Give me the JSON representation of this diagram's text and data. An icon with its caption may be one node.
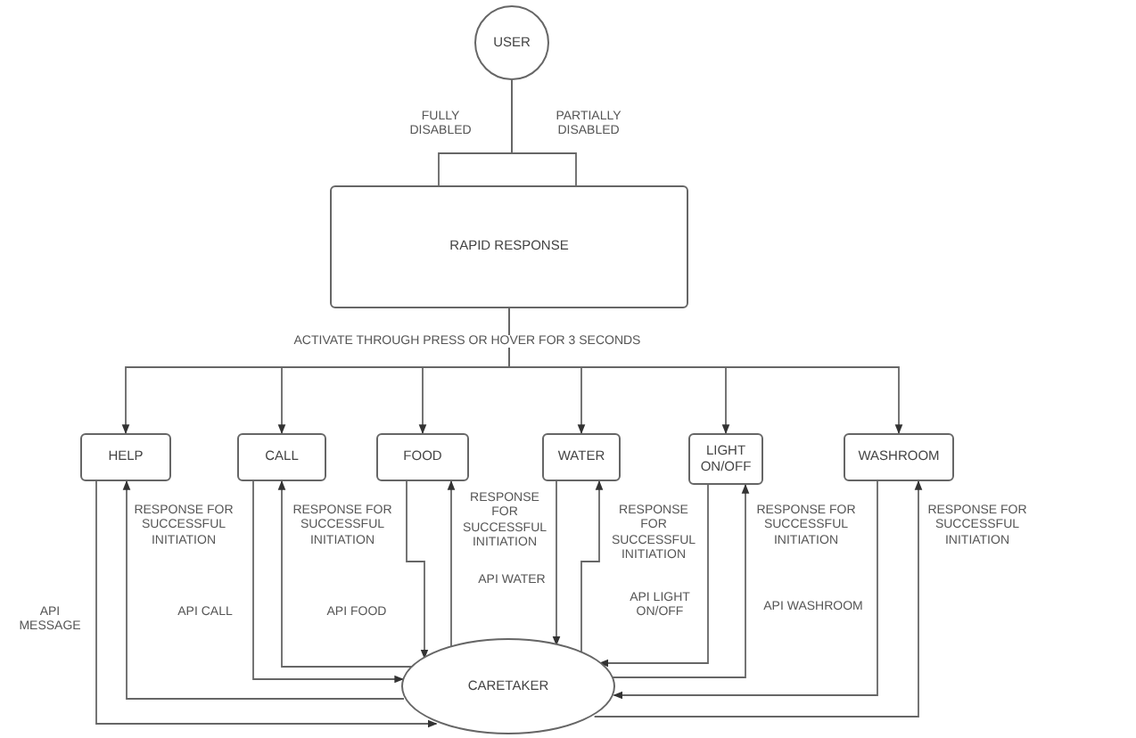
{
  "diagram": {
    "nodes": [
      {
        "text": [
          "USER"
        ]
      },
      {
        "text": [
          "RAPID RESPONSE"
        ]
      },
      {
        "text": [
          "HELP"
        ]
      },
      {
        "text": [
          "CALL"
        ]
      },
      {
        "text": [
          "FOOD"
        ]
      },
      {
        "text": [
          "WATER"
        ]
      },
      {
        "text": [
          "LIGHT ON/OFF"
        ]
      },
      {
        "text": [
          "WASHROOM"
        ]
      },
      {
        "text": [
          "CARETAKER"
        ]
      }
    ],
    "edges": [
      {
        "from": 0,
        "to": 1,
        "arrow": "none",
        "label": "FULLY DISABLED"
      },
      {
        "from": 0,
        "to": 1,
        "arrow": "none",
        "label": "PARTIALLY DISABLED"
      },
      {
        "from": 1,
        "to": 2,
        "arrow": "to"
      },
      {
        "from": 1,
        "to": 3,
        "arrow": "to"
      },
      {
        "from": 1,
        "to": 4,
        "arrow": "to"
      },
      {
        "from": 1,
        "to": 5,
        "arrow": "to"
      },
      {
        "from": 1,
        "to": 6,
        "arrow": "to"
      },
      {
        "from": 1,
        "to": 7,
        "arrow": "to"
      },
      {
        "from": 2,
        "to": 8,
        "arrow": "to",
        "label": "API MESSAGE"
      },
      {
        "from": 8,
        "to": 2,
        "arrow": "to",
        "label": "RESPONSE FOR SUCCESSFUL INITIATION"
      },
      {
        "from": 3,
        "to": 8,
        "arrow": "to",
        "label": "API CALL"
      },
      {
        "from": 8,
        "to": 3,
        "arrow": "to",
        "label": "RESPONSE FOR SUCCESSFUL INITIATION"
      },
      {
        "from": 4,
        "to": 8,
        "arrow": "to",
        "label": "API FOOD"
      },
      {
        "from": 8,
        "to": 4,
        "arrow": "to",
        "label": "RESPONSE FOR SUCCESSFUL INITIATION"
      },
      {
        "from": 5,
        "to": 8,
        "arrow": "to",
        "label": "API WATER"
      },
      {
        "from": 8,
        "to": 5,
        "arrow": "to",
        "label": "RESPONSE FOR SUCCESSFUL INITIATION"
      },
      {
        "from": 6,
        "to": 8,
        "arrow": "to",
        "label": "API LIGHT ON/OFF"
      },
      {
        "from": 8,
        "to": 6,
        "arrow": "to",
        "label": "RESPONSE FOR SUCCESSFUL INITIATION"
      },
      {
        "from": 7,
        "to": 8,
        "arrow": "to",
        "label": "API WASHROOM"
      },
      {
        "from": 8,
        "to": 7,
        "arrow": "to",
        "label": "RESPONSE FOR SUCCESSFUL INITIATION"
      }
    ],
    "labels": [
      "ACTIVATE THROUGH PRESS OR HOVER FOR 3 SECONDS"
    ]
  }
}
